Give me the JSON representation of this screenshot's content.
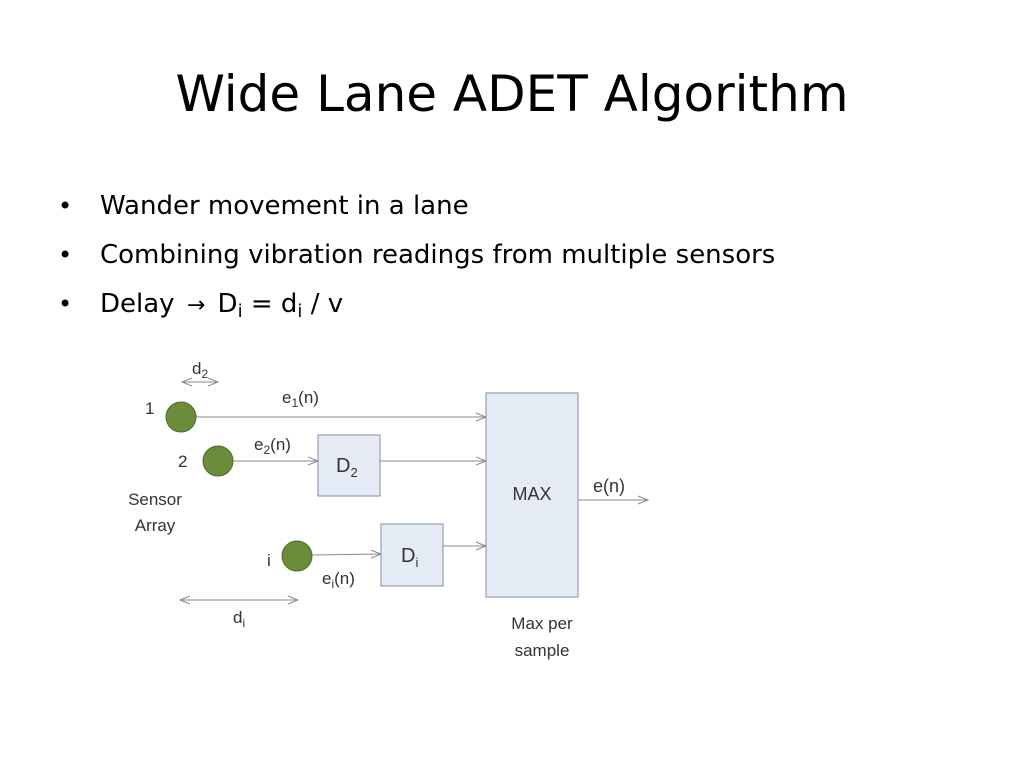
{
  "slide": {
    "title": "Wide Lane ADET Algorithm",
    "bullets": [
      {
        "text": "Wander movement in a lane"
      },
      {
        "text": "Combining vibration readings from multiple sensors"
      },
      {
        "prefix": "Delay",
        "arrow": "→",
        "var_D": "D",
        "sub_i": "i",
        "equals": " = ",
        "var_d": "d",
        "sub_i2": "i",
        "suffix": " / v"
      }
    ]
  },
  "diagram": {
    "d2_label": "d",
    "d2_sub": "2",
    "sensor_1_label": "1",
    "sensor_2_label": "2",
    "sensor_i_label": "i",
    "e1_label_pre": "e",
    "e1_label_sub": "1",
    "e1_label_post": "(n)",
    "e2_label_pre": "e",
    "e2_label_sub": "2",
    "e2_label_post": "(n)",
    "ei_label_pre": "e",
    "ei_label_sub": "i",
    "ei_label_post": "(n)",
    "delay_2_label": "D",
    "delay_2_sub": "2",
    "delay_i_label": "D",
    "delay_i_sub": "i",
    "max_label": "MAX",
    "output_label": "e(n)",
    "sensor_array_label_line1": "Sensor",
    "sensor_array_label_line2": "Array",
    "di_label": "d",
    "di_sub": "i",
    "max_caption_line1": "Max per",
    "max_caption_line2": "sample",
    "colors": {
      "sensor_fill": "#6b8c3a",
      "sensor_stroke": "#4e6a28",
      "box_fill": "#e4ebf5",
      "box_stroke": "#7f8ea3",
      "line": "#8a8a8a"
    }
  }
}
